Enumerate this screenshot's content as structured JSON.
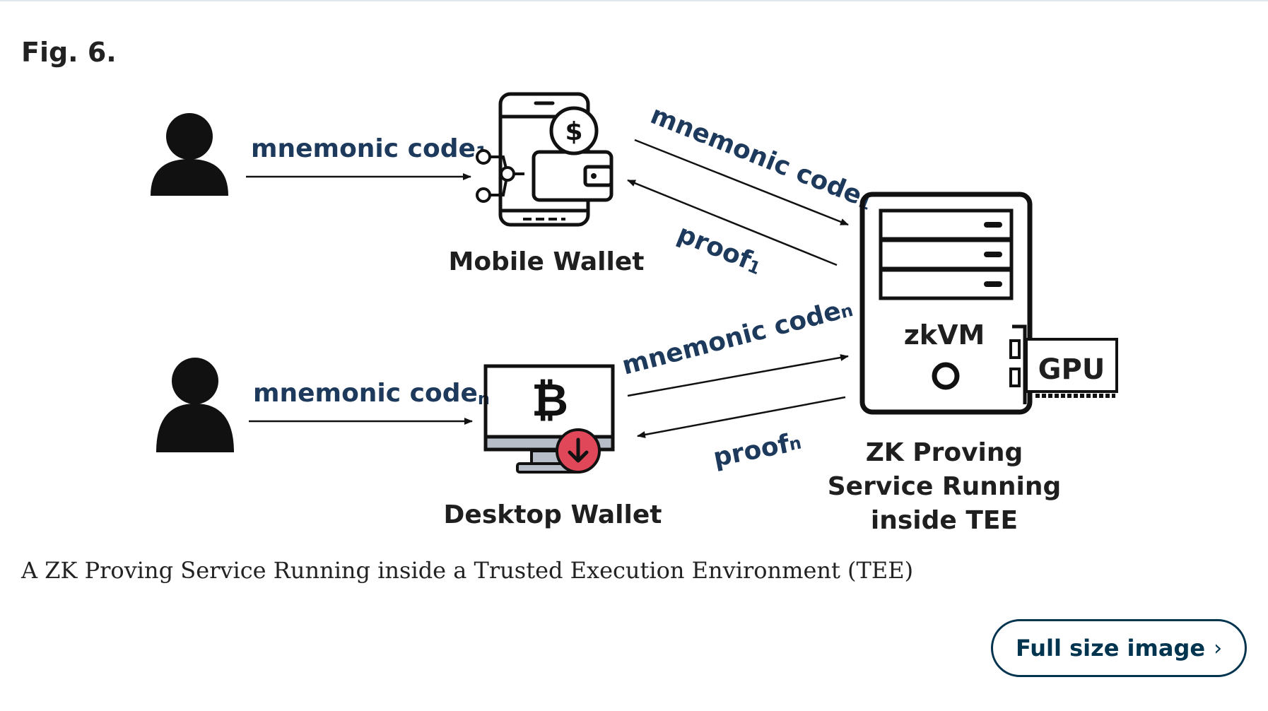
{
  "figure": {
    "label": "Fig. 6.",
    "caption": "A ZK Proving Service Running inside a Trusted Execution Environment (TEE)",
    "full_size_label": "Full size image"
  },
  "diagram": {
    "arrow_user1": {
      "base": "mnemonic code",
      "sub": "1"
    },
    "arrow_user2": {
      "base": "mnemonic code",
      "sub": "n"
    },
    "arrow_mobile_to_tee": {
      "base": "mnemonic code",
      "sub": "1"
    },
    "arrow_tee_to_mobile": {
      "base": "proof",
      "sub": "1"
    },
    "arrow_desktop_to_tee": {
      "base": "mnemonic code",
      "sub": "n"
    },
    "arrow_tee_to_desktop": {
      "base": "proof",
      "sub": "n"
    },
    "mobile_wallet_label": "Mobile Wallet",
    "desktop_wallet_label": "Desktop Wallet",
    "server_vm_label": "zkVM",
    "gpu_label": "GPU",
    "server_label_lines": [
      "ZK Proving",
      "Service Running",
      "inside TEE"
    ],
    "icons": {
      "user": "person-icon",
      "mobile": "mobile-wallet-icon",
      "desktop": "desktop-wallet-icon",
      "server": "server-icon",
      "gpu": "gpu-card-icon",
      "bitcoin": "bitcoin-icon",
      "dollar": "dollar-coin-icon",
      "download": "download-icon"
    },
    "colors": {
      "label_text": "#1d3a5c",
      "icon": "#111111",
      "download_badge": "#e0485a",
      "monitor_stand": "#b8bec7"
    }
  }
}
